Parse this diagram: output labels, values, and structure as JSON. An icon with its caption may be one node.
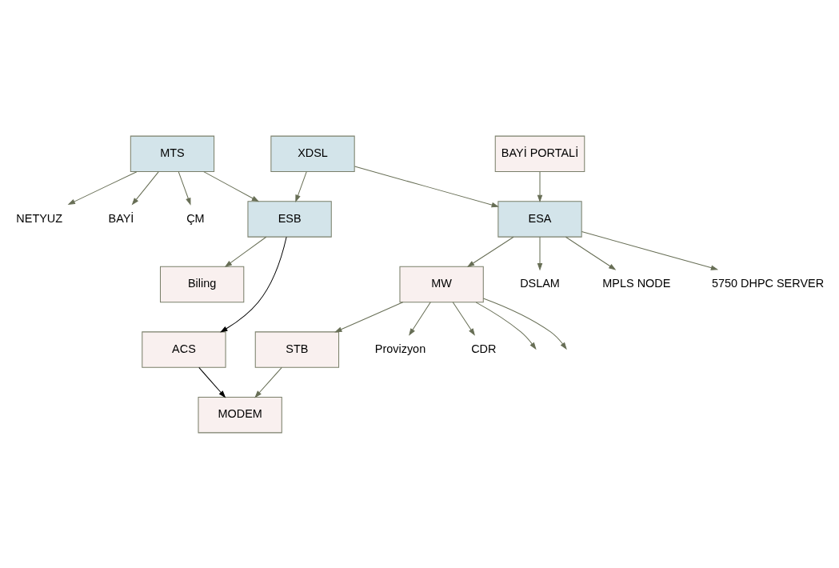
{
  "diagram": {
    "nodes": [
      {
        "text": [
          "MTS"
        ]
      },
      {
        "text": [
          "NETYUZ"
        ]
      },
      {
        "text": [
          "BAYİ"
        ]
      },
      {
        "text": [
          "ÇM"
        ]
      },
      {
        "text": [
          "ESB"
        ]
      },
      {
        "text": [
          "Biling"
        ]
      },
      {
        "text": [
          "ACS"
        ]
      },
      {
        "text": [
          "MODEM"
        ]
      },
      {
        "text": [
          "XDSL"
        ]
      },
      {
        "text": [
          "STB"
        ]
      },
      {
        "text": [
          "BAYİ PORTALİ"
        ]
      },
      {
        "text": [
          "ESA"
        ]
      },
      {
        "text": [
          "MW"
        ]
      },
      {
        "text": [
          "Provizyon"
        ]
      },
      {
        "text": [
          "CDR"
        ]
      },
      {
        "text": [
          "DSLAM"
        ]
      },
      {
        "text": [
          "MPLS NODE"
        ]
      },
      {
        "text": [
          "5750 DHPC SERVER"
        ]
      }
    ],
    "edges": [
      {
        "from": 0,
        "to": 1,
        "arrow": "to"
      },
      {
        "from": 0,
        "to": 2,
        "arrow": "to"
      },
      {
        "from": 0,
        "to": 3,
        "arrow": "to"
      },
      {
        "from": 0,
        "to": 4,
        "arrow": "to"
      },
      {
        "from": 4,
        "to": 5,
        "arrow": "to"
      },
      {
        "from": 8,
        "to": 4,
        "arrow": "to"
      },
      {
        "from": 4,
        "to": 6,
        "arrow": "to",
        "color": "#000000"
      },
      {
        "from": 6,
        "to": 7,
        "arrow": "to",
        "color": "#000000"
      },
      {
        "from": 9,
        "to": 7,
        "arrow": "to"
      },
      {
        "from": 8,
        "to": 11,
        "arrow": "to"
      },
      {
        "from": 10,
        "to": 11,
        "arrow": "to"
      },
      {
        "from": 11,
        "to": 12,
        "arrow": "to"
      },
      {
        "from": 12,
        "to": 9,
        "arrow": "to"
      },
      {
        "from": 12,
        "to": 13,
        "arrow": "to"
      },
      {
        "from": 12,
        "to": 14,
        "arrow": "to"
      },
      {
        "from": 12,
        "to": null,
        "arrow": "to"
      },
      {
        "from": 12,
        "to": null,
        "arrow": "to"
      },
      {
        "from": 11,
        "to": 15,
        "arrow": "to"
      },
      {
        "from": 11,
        "to": 16,
        "arrow": "to"
      },
      {
        "from": 11,
        "to": 17,
        "arrow": "to"
      }
    ]
  }
}
